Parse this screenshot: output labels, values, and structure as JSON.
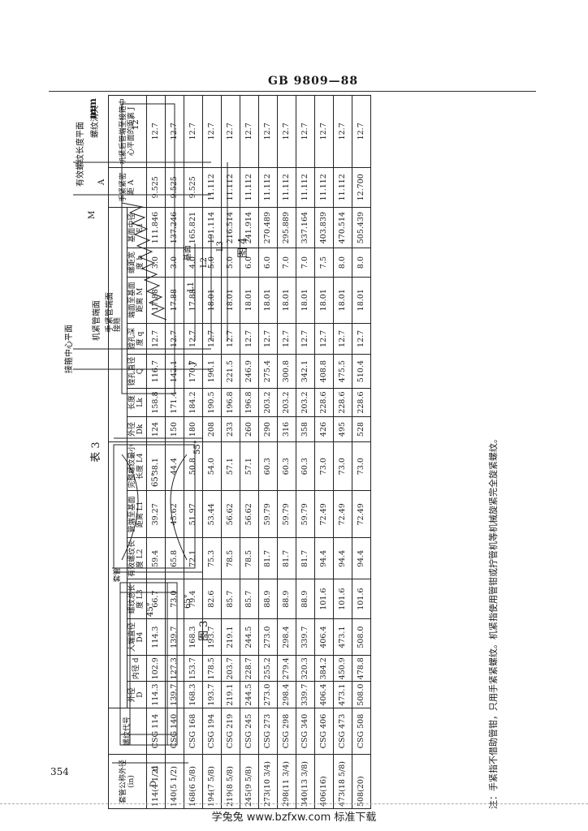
{
  "header": {
    "standard": "GB 9809—88"
  },
  "page_number": "354",
  "footer": {
    "source": "学兔兔 www.bzfxw.com 标准下载"
  },
  "figures": {
    "fig3": {
      "caption": "图 3",
      "dims": {
        "d": "d",
        "D": "D",
        "D4": "D4",
        "Ds": "Ds",
        "q": "q",
        "Q": "Q",
        "two": "2",
        "angle45": "45°",
        "angle65a": "65°",
        "angle65b": "65°",
        "angle55": "55°"
      }
    },
    "fig4": {
      "caption": "图 4",
      "labels": {
        "thread_fade": "螺纹消失",
        "effective_length_plane": "有效螺纹长度平面",
        "hand_tight_plane": "手紧后管端至接箍中心平面的距离",
        "coupling_center_plane": "接箍中心平面",
        "mech_end": "机紧管端面",
        "hand_end": "手紧管端面",
        "base_plane": "基面",
        "angle12": "12°",
        "A": "A",
        "M": "M",
        "L1": "L1",
        "L2": "L2",
        "L3": "L3",
        "J": "J",
        "D": "D",
        "E1": "E1"
      }
    }
  },
  "table": {
    "title": "表 3",
    "unit": "mm",
    "headers": {
      "nominal": "套管公称外径 (in)",
      "code": "螺纹代号",
      "casing_group": "套管",
      "coupling_group": "接箍",
      "hand_tight": "手紧紧密距 A",
      "J": "机紧后管端至接箍中心平面的距离 J",
      "D": "外径 D",
      "d": "内径 d",
      "D4": "大端直径 D4",
      "L3": "螺纹总长度 L3",
      "L2": "有效螺纹长度 L2",
      "L1": "管端至基面距离 L1",
      "L4": "完整螺纹最小长度 L4",
      "Dk": "外径 Dk",
      "Lk": "长度 Lk",
      "Q": "镗孔直径 Q",
      "q": "镗孔深度 q",
      "M": "端面至基面距离 M",
      "b": "螺距宽度 b",
      "E1": "基面中径 E1"
    },
    "rows": [
      [
        "114(4 1/2)",
        "CSG 114",
        "114.3",
        "102.9",
        "114.3",
        "66.7",
        "59.4",
        "39.27",
        "38.1",
        "124",
        "158.8",
        "116.7",
        "12.7",
        "17.88",
        "3.0",
        "111.846",
        "9.525",
        "12.7"
      ],
      [
        "140(5 1/2)",
        "CSG 140",
        "139.7",
        "127.3",
        "139.7",
        "73.0",
        "65.8",
        "45.62",
        "44.4",
        "150",
        "171.4",
        "142.1",
        "12.7",
        "17.88",
        "3.0",
        "137.246",
        "9.525",
        "12.7"
      ],
      [
        "168(6 5/8)",
        "CSG 168",
        "168.3",
        "153.7",
        "168.3",
        "79.4",
        "72.1",
        "51.97",
        "50.8",
        "180",
        "184.2",
        "170.7",
        "12.7",
        "17.88",
        "4.0",
        "165.821",
        "9.525",
        "12.7"
      ],
      [
        "194(7 5/8)",
        "CSG 194",
        "193.7",
        "178.5",
        "193.7",
        "82.6",
        "75.3",
        "53.44",
        "54.0",
        "208",
        "190.5",
        "196.1",
        "12.7",
        "18.01",
        "5.0",
        "191.114",
        "11.112",
        "12.7"
      ],
      [
        "219(8 5/8)",
        "CSG 219",
        "219.1",
        "203.7",
        "219.1",
        "85.7",
        "78.5",
        "56.62",
        "57.1",
        "233",
        "196.8",
        "221.5",
        "12.7",
        "18.01",
        "5.0",
        "216.514",
        "11.112",
        "12.7"
      ],
      [
        "245(9 5/8)",
        "CSG 245",
        "244.5",
        "228.7",
        "244.5",
        "85.7",
        "78.5",
        "56.62",
        "57.1",
        "260",
        "196.8",
        "246.9",
        "12.7",
        "18.01",
        "6.0",
        "241.914",
        "11.112",
        "12.7"
      ],
      [
        "273(10 3/4)",
        "CSG 273",
        "273.0",
        "255.2",
        "273.0",
        "88.9",
        "81.7",
        "59.79",
        "60.3",
        "290",
        "203.2",
        "275.4",
        "12.7",
        "18.01",
        "6.0",
        "270.489",
        "11.112",
        "12.7"
      ],
      [
        "298(11 3/4)",
        "CSG 298",
        "298.4",
        "279.4",
        "298.4",
        "88.9",
        "81.7",
        "59.79",
        "60.3",
        "316",
        "203.2",
        "300.8",
        "12.7",
        "18.01",
        "7.0",
        "295.889",
        "11.112",
        "12.7"
      ],
      [
        "340(13 3/8)",
        "CSG 340",
        "339.7",
        "320.3",
        "339.7",
        "88.9",
        "81.7",
        "59.79",
        "60.3",
        "358",
        "203.2",
        "342.1",
        "12.7",
        "18.01",
        "7.0",
        "337.164",
        "11.112",
        "12.7"
      ],
      [
        "406(16)",
        "CSG 406",
        "406.4",
        "384.2",
        "406.4",
        "101.6",
        "94.4",
        "72.49",
        "73.0",
        "426",
        "228.6",
        "408.8",
        "12.7",
        "18.01",
        "7.5",
        "403.839",
        "11.112",
        "12.7"
      ],
      [
        "473(18 5/8)",
        "CSG 473",
        "473.1",
        "450.9",
        "473.1",
        "101.6",
        "94.4",
        "72.49",
        "73.0",
        "495",
        "228.6",
        "475.5",
        "12.7",
        "18.01",
        "8.0",
        "470.514",
        "11.112",
        "12.7"
      ],
      [
        "508(20)",
        "CSG 508",
        "508.0",
        "478.8",
        "508.0",
        "101.6",
        "94.4",
        "72.49",
        "73.0",
        "528",
        "228.6",
        "510.4",
        "12.7",
        "18.01",
        "8.0",
        "505.439",
        "12.700",
        "12.7"
      ]
    ],
    "note": "注：手紧指不借助管钳，只用手紧紧螺纹。机紧指使用管钳或拧管机等机械旋紧完全旋紧螺纹。"
  }
}
